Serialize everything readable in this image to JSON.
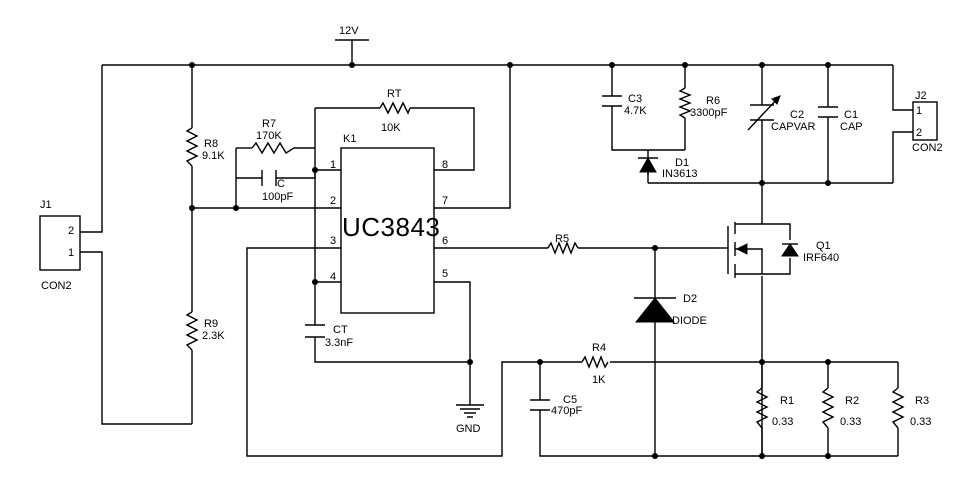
{
  "supply_label": "12V",
  "ground_label": "GND",
  "ic": {
    "ref": "K1",
    "name": "UC3843",
    "pins": [
      "1",
      "2",
      "3",
      "4",
      "5",
      "6",
      "7",
      "8"
    ]
  },
  "connectors": {
    "j1": {
      "ref": "J1",
      "type": "CON2",
      "pins": [
        "2",
        "1"
      ]
    },
    "j2": {
      "ref": "J2",
      "type": "CON2",
      "pins": [
        "1",
        "2"
      ]
    }
  },
  "resistors": {
    "rt": {
      "ref": "RT",
      "value": "10K"
    },
    "r7": {
      "ref": "R7",
      "value": "170K"
    },
    "r8": {
      "ref": "R8",
      "value": "9.1K"
    },
    "r9": {
      "ref": "R9",
      "value": "2.3K"
    },
    "r6": {
      "ref": "R6",
      "value": "3300pF"
    },
    "r5": {
      "ref": "R5",
      "value": ""
    },
    "r4": {
      "ref": "R4",
      "value": "1K"
    },
    "r1": {
      "ref": "R1",
      "value": "0.33"
    },
    "r2": {
      "ref": "R2",
      "value": "0.33"
    },
    "r3": {
      "ref": "R3",
      "value": "0.33"
    }
  },
  "capacitors": {
    "c": {
      "ref": "C",
      "value": "100pF"
    },
    "ct": {
      "ref": "CT",
      "value": "3.3nF"
    },
    "c3": {
      "ref": "C3",
      "value": "4.7K"
    },
    "c2": {
      "ref": "C2",
      "value": "CAPVAR"
    },
    "c1": {
      "ref": "C1",
      "value": "CAP"
    },
    "c5": {
      "ref": "C5",
      "value": "470pF"
    }
  },
  "diodes": {
    "d1": {
      "ref": "D1",
      "value": "IN3613"
    },
    "d2": {
      "ref": "D2",
      "value": "DIODE"
    }
  },
  "transistor": {
    "ref": "Q1",
    "value": "IRF640"
  }
}
